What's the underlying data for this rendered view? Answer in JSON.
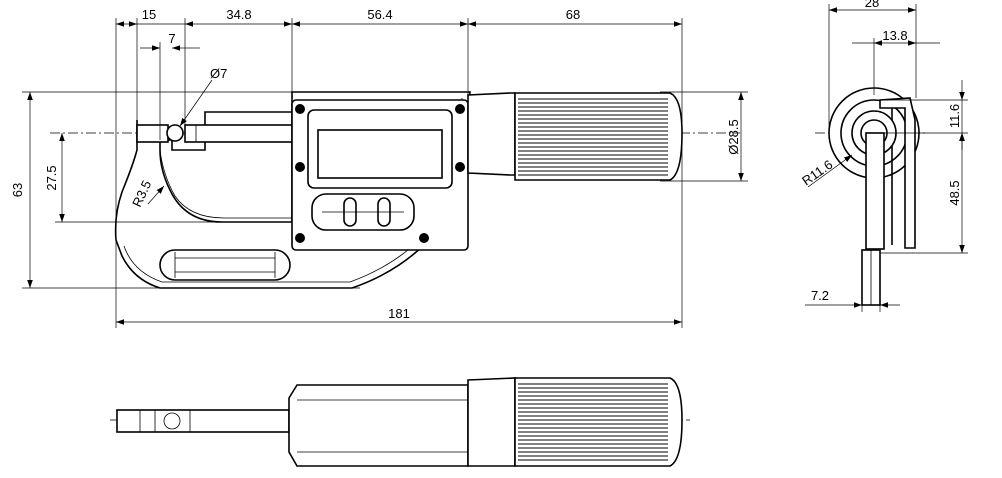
{
  "dimensions": {
    "d15": "15",
    "d34_8": "34.8",
    "d56_4": "56.4",
    "d68": "68",
    "d7": "7",
    "dia7": "Ø7",
    "d63": "63",
    "d27_5": "27.5",
    "r3_5": "R3.5",
    "dia28_5": "Ø28.5",
    "d181": "181",
    "d28": "28",
    "d13_8": "13.8",
    "d11_6": "11.6",
    "r11_6": "R11.6",
    "d48_5": "48.5",
    "d7_2": "7.2"
  }
}
